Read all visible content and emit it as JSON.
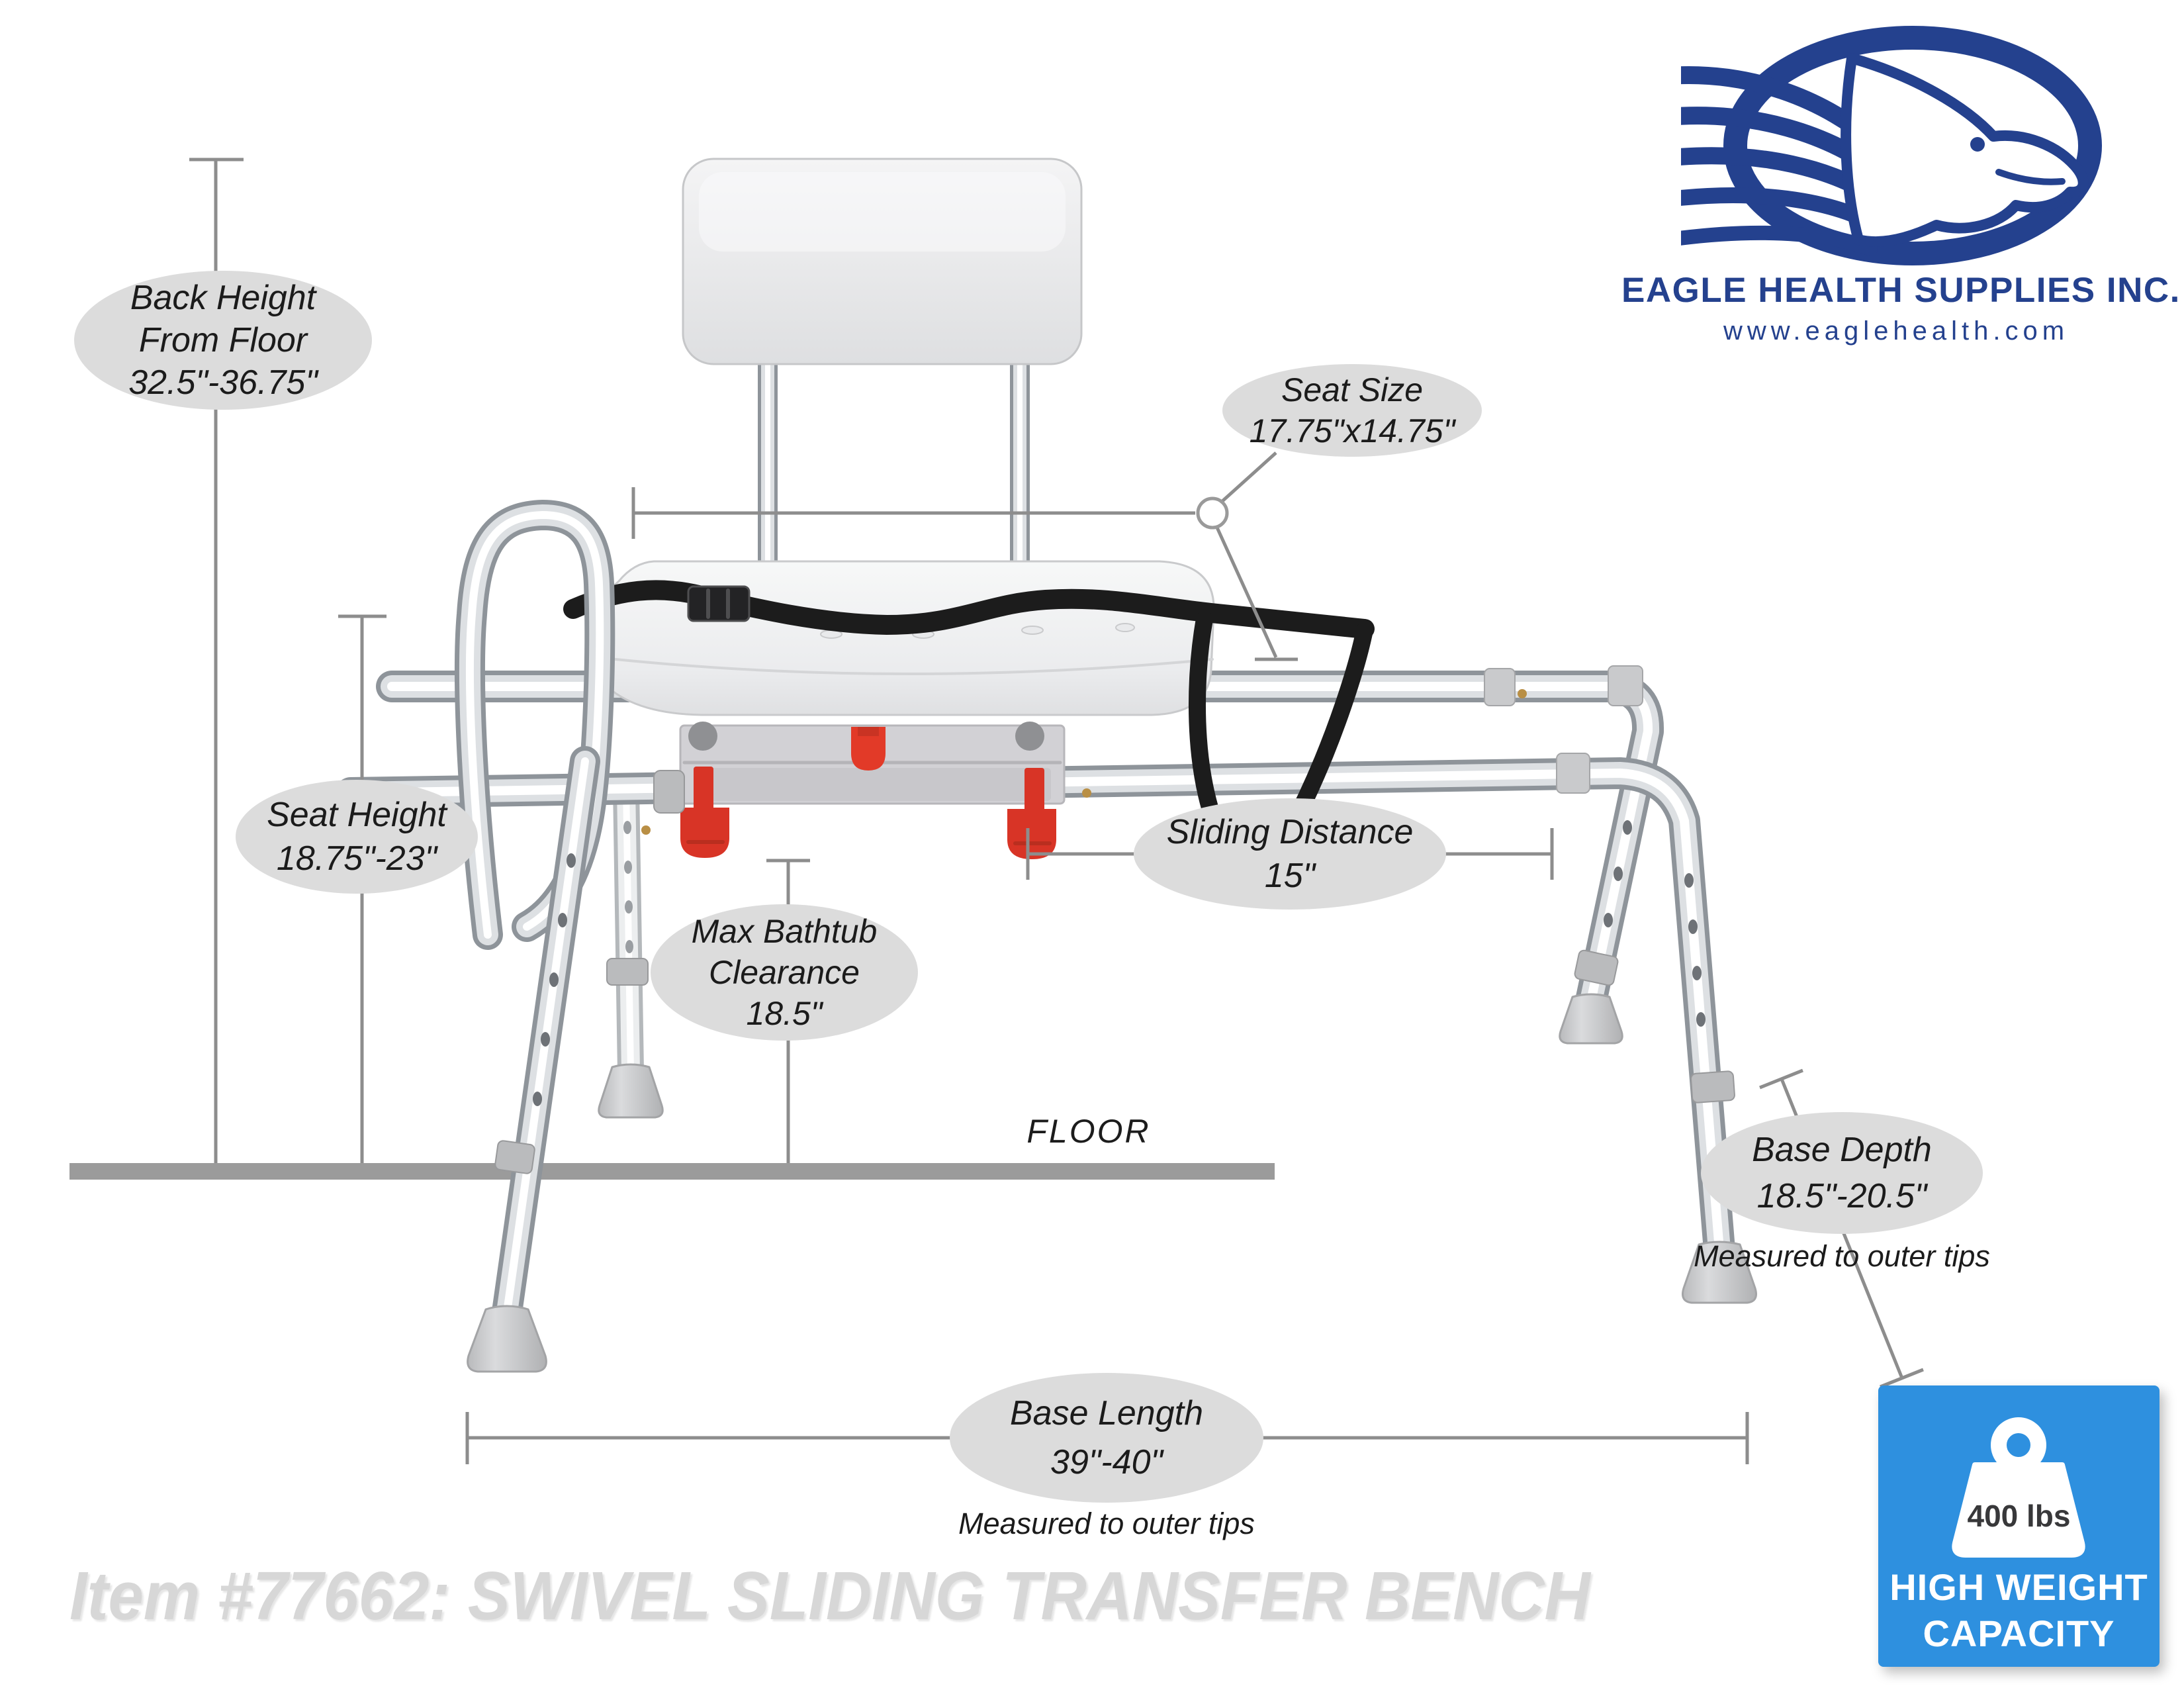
{
  "logo": {
    "company": "EAGLE HEALTH SUPPLIES INC.",
    "website": "www.eaglehealth.com"
  },
  "callouts": {
    "back_height": {
      "line1": "Back Height",
      "line2": "From Floor",
      "line3": "32.5\"-36.75\""
    },
    "seat_size": {
      "line1": "Seat Size",
      "line2": "17.75\"x14.75\""
    },
    "seat_height": {
      "line1": "Seat Height",
      "line2": "18.75\"-23\""
    },
    "sliding_distance": {
      "line1": "Sliding Distance",
      "line2": "15\""
    },
    "max_bathtub": {
      "line1": "Max Bathtub",
      "line2": "Clearance",
      "line3": "18.5\""
    },
    "base_depth": {
      "line1": "Base Depth",
      "line2": "18.5\"-20.5\"",
      "note": "Measured to outer tips"
    },
    "base_length": {
      "line1": "Base Length",
      "line2": "39\"-40\"",
      "note": "Measured to outer tips"
    }
  },
  "floor_label": "FLOOR",
  "item_caption": "Item #77662: SWIVEL SLIDING TRANSFER BENCH",
  "capacity_badge": {
    "weight": "400 lbs",
    "line1": "HIGH WEIGHT",
    "line2": "CAPACITY"
  },
  "colors": {
    "logo_navy": "#24418E",
    "badge_blue": "#2E90DF",
    "callout_gray": "#DCDCDC",
    "floor_gray": "#9B9B9B",
    "dim_gray": "#8D8D8D",
    "accent_red": "#E23A28"
  }
}
